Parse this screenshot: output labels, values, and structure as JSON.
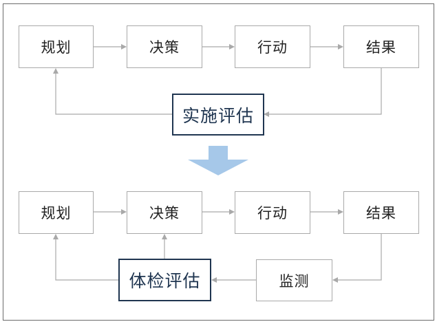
{
  "top_row": {
    "plan": "规划",
    "decide": "决策",
    "act": "行动",
    "result": "结果",
    "evaluation": "实施评估"
  },
  "bottom_row": {
    "plan": "规划",
    "decide": "决策",
    "act": "行动",
    "result": "结果",
    "monitor": "监测",
    "evaluation": "体检评估"
  },
  "colors": {
    "node_border": "#a9a9a9",
    "edge": "#a9a9a9",
    "evaluation_border": "#1f3550",
    "transition_arrow": "#a6c8e9"
  }
}
